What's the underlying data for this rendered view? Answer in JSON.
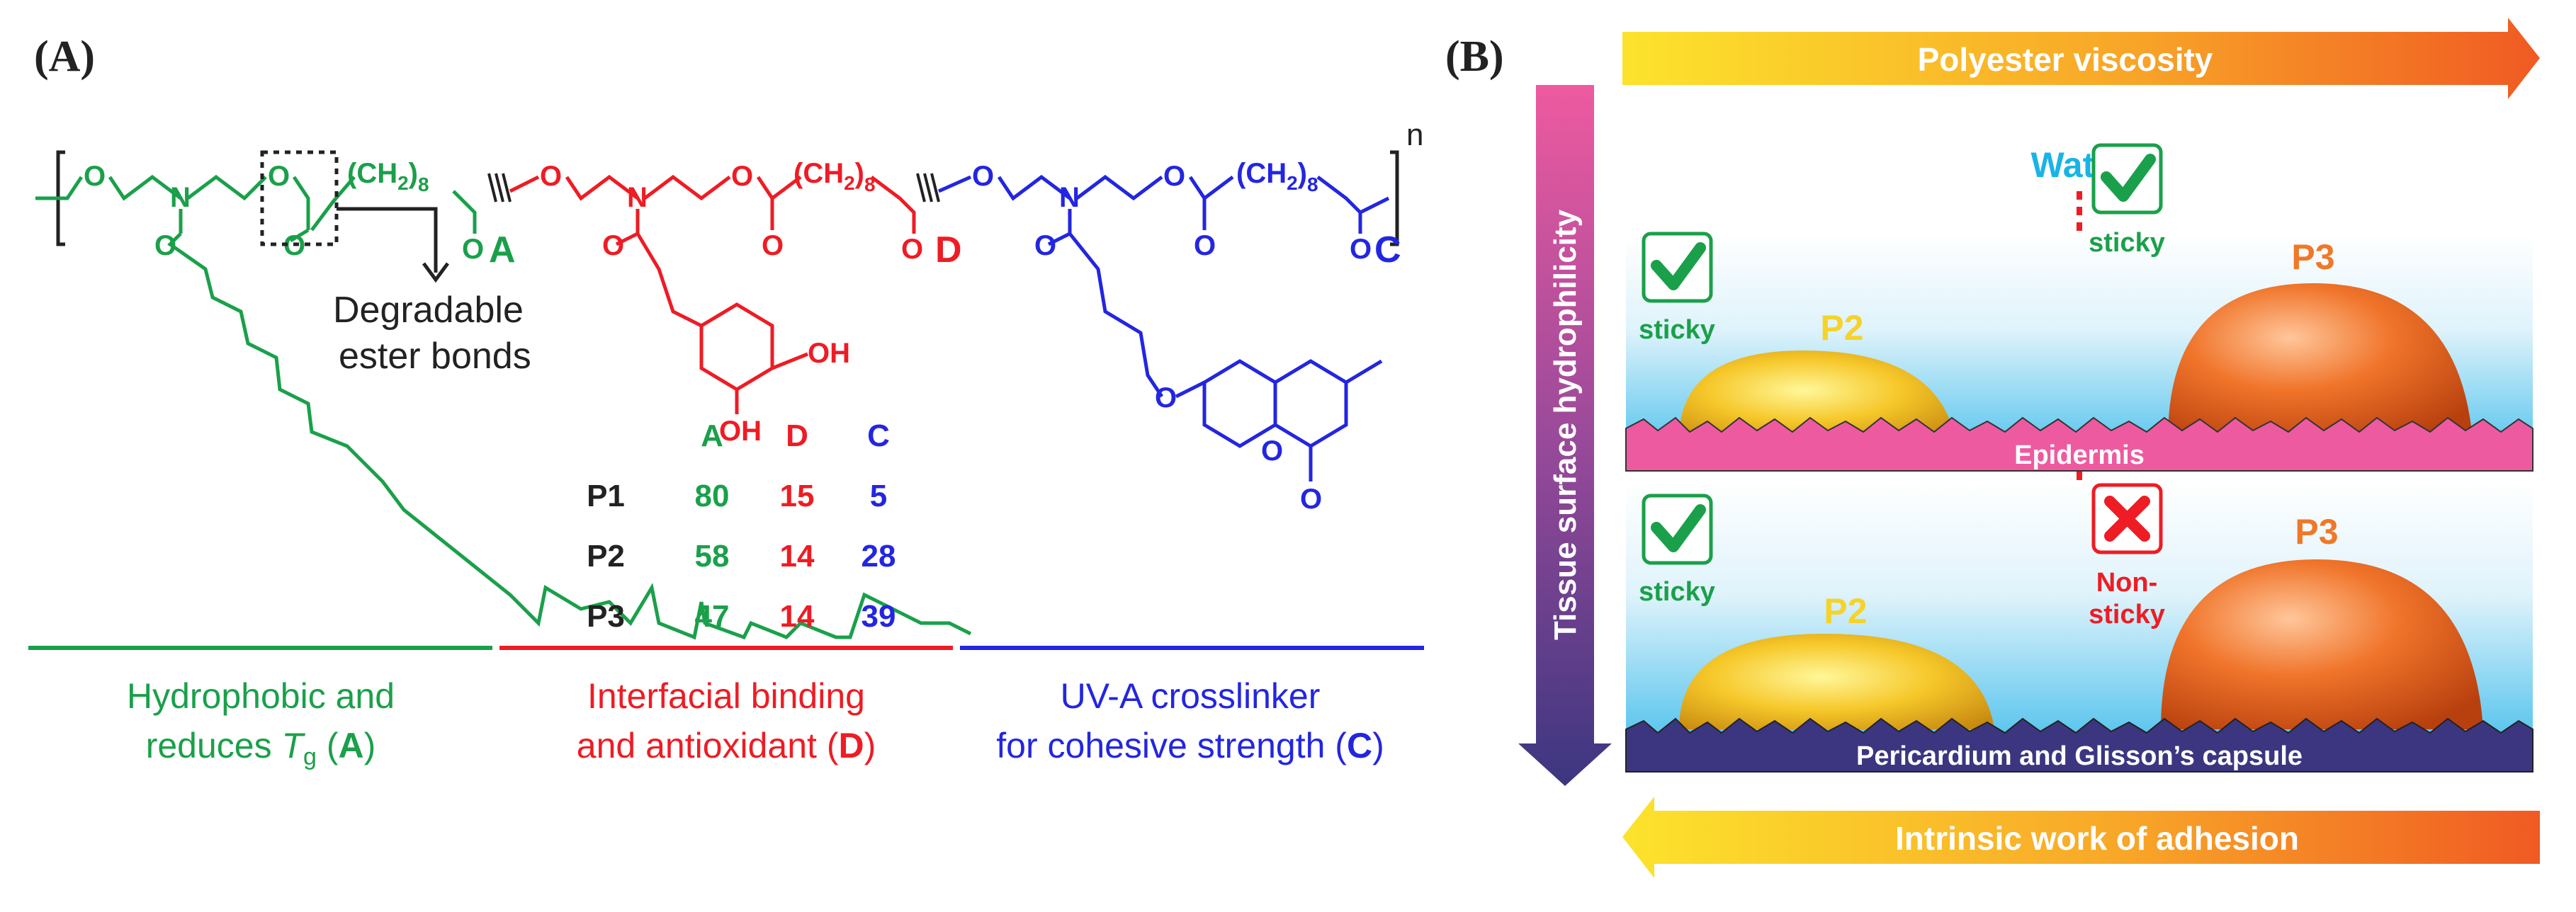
{
  "colors": {
    "green": "#1aa04a",
    "red": "#ee1c24",
    "blue": "#2326e0",
    "black": "#222222",
    "pink": "#ee5aa0",
    "navy": "#3c3680",
    "water": "#1ab3e6"
  },
  "panel_a": {
    "label": "(A)",
    "backbone_label_a": "A",
    "backbone_label_d": "D",
    "backbone_label_c": "C",
    "repeat_n": "n",
    "ch2_text": "(CH",
    "ch2_sub": "2",
    "ch2_close": ")",
    "ch2_count": "8",
    "o_atom": "O",
    "n_atom": "N",
    "oh_atom": "OH",
    "degradable_line1": "Degradable",
    "degradable_line2": "ester bonds",
    "composition": {
      "headers": [
        "A",
        "D",
        "C"
      ],
      "rows": [
        {
          "name": "P1",
          "values": [
            "80",
            "15",
            "5"
          ]
        },
        {
          "name": "P2",
          "values": [
            "58",
            "14",
            "28"
          ]
        },
        {
          "name": "P3",
          "values": [
            "47",
            "14",
            "39"
          ]
        }
      ]
    },
    "desc_a_line1": "Hydrophobic and",
    "desc_a_line2_prefix": "reduces ",
    "desc_a_tg": "T",
    "desc_a_tg_sub": "g",
    "desc_a_paren_open": " (",
    "desc_a_letter": "A",
    "desc_a_paren_close": ")",
    "desc_d_line1": "Interfacial binding",
    "desc_d_line2_prefix": "and antioxidant (",
    "desc_d_letter": "D",
    "desc_d_paren_close": ")",
    "desc_c_line1": "UV-A crosslinker",
    "desc_c_line2_prefix": "for cohesive strength (",
    "desc_c_letter": "C",
    "desc_c_paren_close": ")"
  },
  "panel_b": {
    "label": "(B)",
    "top_arrow": "Polyester viscosity",
    "bottom_arrow": "Intrinsic work of adhesion",
    "side_arrow": "Tissue surface hydrophilicity",
    "water": "Water",
    "epidermis": "Epidermis",
    "pericardium": "Pericardium and Glisson’s capsule",
    "p2": "P2",
    "p3": "P3",
    "sticky": "sticky",
    "non_sticky_line1": "Non-",
    "non_sticky_line2": "sticky"
  }
}
